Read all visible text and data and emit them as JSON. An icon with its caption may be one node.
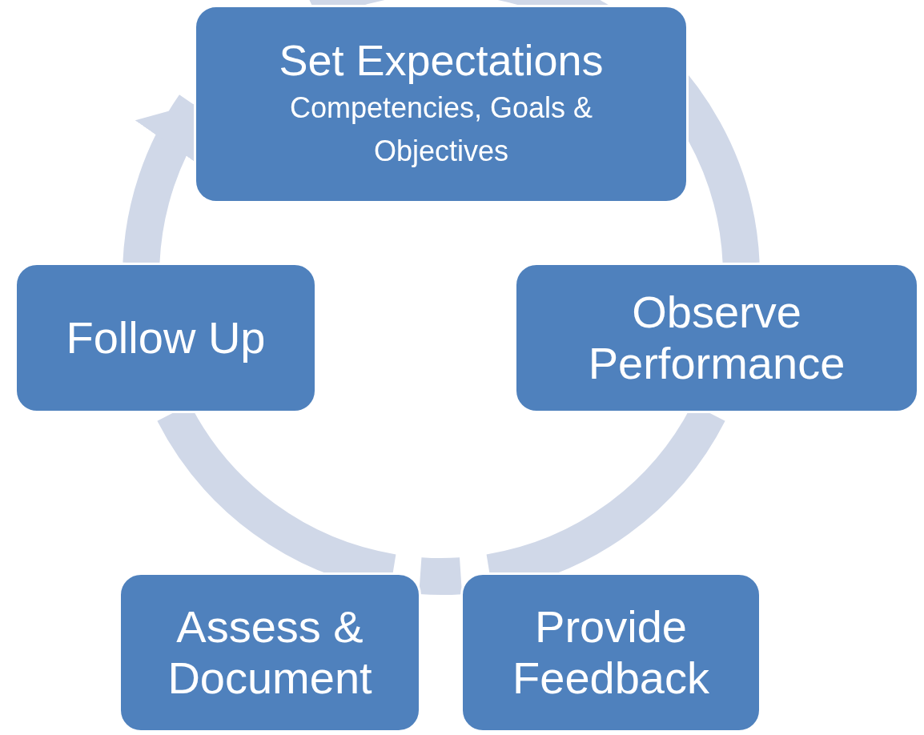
{
  "diagram": {
    "nodes": [
      {
        "text": [
          "Set Expectations",
          "Competencies, Goals & Objectives"
        ]
      },
      {
        "text": [
          "Observe Performance"
        ]
      },
      {
        "text": [
          "Provide Feedback"
        ]
      },
      {
        "text": [
          "Assess & Document"
        ]
      },
      {
        "text": [
          "Follow Up"
        ]
      }
    ],
    "edges": [
      {
        "from": 0,
        "to": 1,
        "arrow": "none"
      },
      {
        "from": 1,
        "to": 2,
        "arrow": "none"
      },
      {
        "from": 2,
        "to": 3,
        "arrow": "none"
      },
      {
        "from": 3,
        "to": 4,
        "arrow": "none"
      },
      {
        "from": 4,
        "to": 0,
        "arrow": "to"
      }
    ]
  }
}
